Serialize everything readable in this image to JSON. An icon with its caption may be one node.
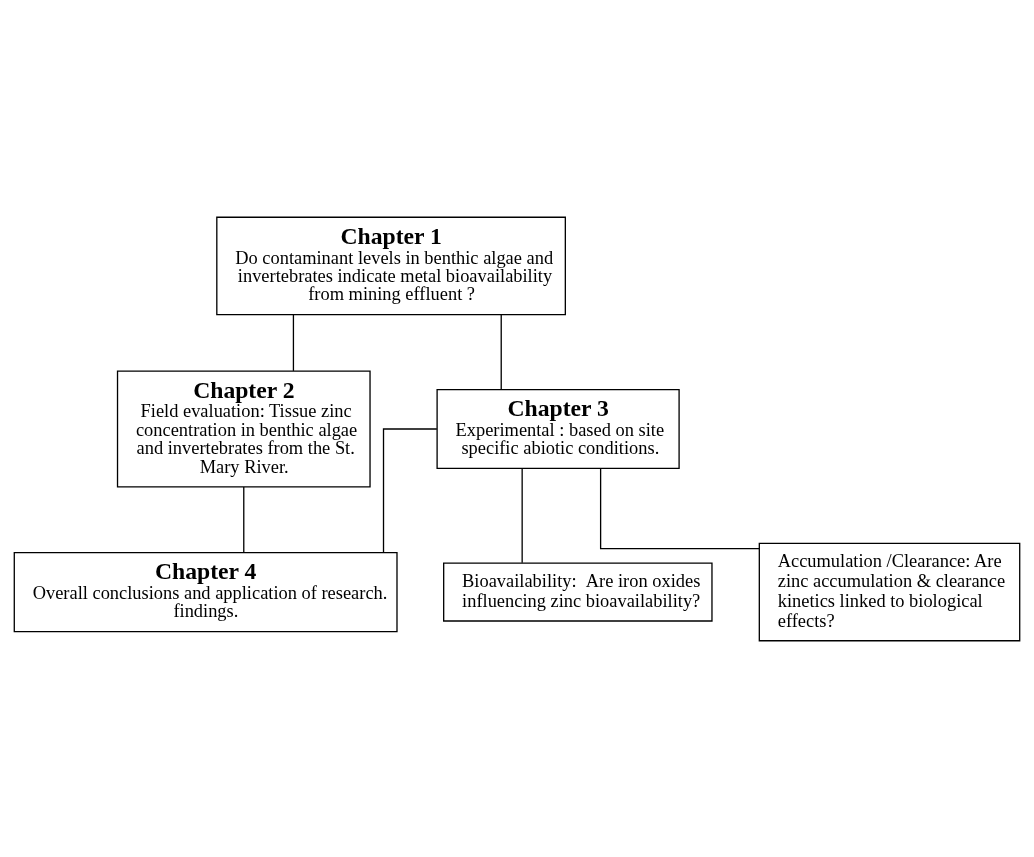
{
  "diagram": {
    "nodes": [
      {
        "text": [
          "Chapter 1",
          "Do contaminant levels in benthic algae and invertebrates indicate metal bioavailability from mining effluent ?"
        ]
      },
      {
        "text": [
          "Chapter 2",
          "Field evaluation: Tissue zinc concentration in benthic algae and invertebrates from the St. Mary River."
        ]
      },
      {
        "text": [
          "Chapter 3",
          "Experimental : based on site specific abiotic conditions."
        ]
      },
      {
        "text": [
          "Bioavailability:  Are iron oxides influencing zinc bioavailability?"
        ]
      },
      {
        "text": [
          "Accumulation /Clearance: Are zinc accumulation & clearance kinetics linked to biological effects?"
        ]
      },
      {
        "text": [
          "Chapter 4",
          "Overall conclusions and application of research. findings."
        ]
      }
    ],
    "edges": [
      {
        "from": 0,
        "to": 1,
        "arrow": "none"
      },
      {
        "from": 0,
        "to": 2,
        "arrow": "none"
      },
      {
        "from": 2,
        "to": 3,
        "arrow": "none"
      },
      {
        "from": 2,
        "to": 4,
        "arrow": "none"
      },
      {
        "from": 1,
        "to": 5,
        "arrow": "none"
      },
      {
        "from": 2,
        "to": 5,
        "arrow": "none"
      }
    ]
  }
}
